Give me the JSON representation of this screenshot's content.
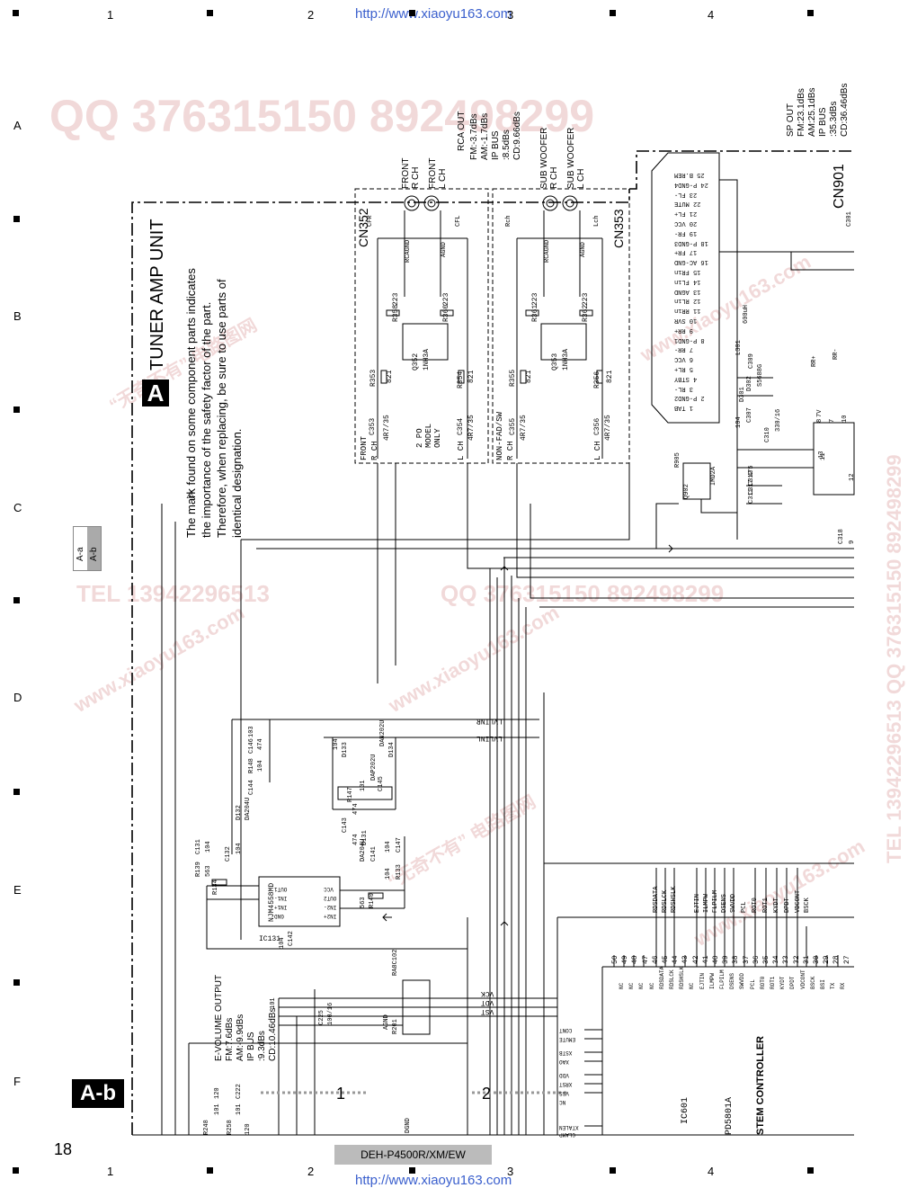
{
  "header": {
    "url_top": "http://www.xiaoyu163.com",
    "url_bottom": "http://www.xiaoyu163.com",
    "col_numbers": [
      "1",
      "2",
      "3",
      "4"
    ],
    "row_letters": [
      "A",
      "B",
      "C",
      "D",
      "E",
      "F"
    ]
  },
  "watermarks": {
    "qq_top": "QQ 376315150   892498299",
    "tel_mid": "TEL 13942296513",
    "qq_mid": "QQ 376315150  892498299",
    "tel_right": "TEL 13942296513  QQ 376315150  892498299",
    "site_cn": "“无奇不有” 电路图网",
    "site_url": "www.xiaoyu163.com"
  },
  "unit": {
    "badge": "A",
    "title": "TUNER AMP UNIT",
    "note_lines": [
      "The      mark found on some component parts indicates",
      "the importance of the safety factor of the part.",
      "Therefore, when replacing, be sure to use parts of",
      "identical designation."
    ]
  },
  "tabs": {
    "a": "A-a",
    "b": "A-b"
  },
  "corner_label": "A-b",
  "page_number": "18",
  "model_label": "DEH-P4500R/XM/EW",
  "offpage": [
    "1",
    "2"
  ],
  "rca_out": {
    "heading": "RCA OUT",
    "levels": [
      "FM:-3.7dBs",
      "AM:-1.7dBs",
      "IP BUS",
      ":8.5dBs",
      "CD:9.66dBs"
    ]
  },
  "sp_out": {
    "heading": "SP OUT",
    "levels": [
      "FM:23.1dBs",
      "AM:25.1dBs",
      "IP BUS",
      ":35.3dBs",
      "CD:36.46dBs"
    ]
  },
  "e_volume": {
    "heading": "E-VOLUME OUTPUT",
    "levels": [
      "FM:7.6dBs",
      "AM:-9.9dBs",
      "IP BUS",
      ":9.3dBs",
      "CD:10.46dBs"
    ]
  },
  "connectors": {
    "cn352": "CN352",
    "cn353": "CN353",
    "cn901": "CN901",
    "front_r": "FRONT R CH",
    "front_l": "FRONT L CH",
    "sub_r": "SUB WOOFER R CH",
    "sub_l": "SUB WOOFER L CH"
  },
  "front_block": {
    "labels": [
      "FRONT",
      "R CH",
      "L CH",
      "2 PO",
      "MODEL",
      "ONLY"
    ],
    "parts": [
      "R353",
      "821",
      "R354",
      "821",
      "C353",
      "4R7/35",
      "C354",
      "4R7/35",
      "R358",
      "223",
      "R360",
      "223",
      "Q352",
      "1NH3A",
      "RCAGND",
      "AGND",
      "CFR",
      "CFL"
    ]
  },
  "sub_block": {
    "labels": [
      "NON-FAD/SW",
      "R CH",
      "L CH"
    ],
    "parts": [
      "R355",
      "821",
      "R356",
      "821",
      "C355",
      "4R7/35",
      "C356",
      "4R7/35",
      "R361",
      "223",
      "R362",
      "223",
      "Q353",
      "1NH3A",
      "RCAGND",
      "AGND",
      "Rch",
      "Lch"
    ]
  },
  "cn901_pins": [
    "25 B.REM",
    "24 P-GND4",
    "23 FL-",
    "22 MUTE",
    "21 FL+",
    "20 VCC",
    "19 FR-",
    "18 P-GND3",
    "17 FR+",
    "16 AC-GND",
    "15 FRin",
    "14 FLin",
    "13 AGND",
    "12 RLin",
    "11 RRin",
    "10 SVR",
    "9 RR+",
    "8 P-GND1",
    "7 RR-",
    "6 VCC",
    "5 RL+",
    "4 STBY",
    "3 RL-",
    "2 P-GND2",
    "1 TAB"
  ],
  "amp_parts": [
    "C301",
    "L301",
    "600uH",
    "D301",
    "D302",
    "S5688G",
    "C309",
    "104",
    "C307",
    "C310",
    "330/16",
    "RR+",
    "RR-",
    "7V",
    "Q902",
    "R905",
    "IMD2A",
    "C312",
    "475",
    "C311",
    "C317",
    "C318",
    "9",
    "8",
    "7",
    "10",
    "11",
    "12",
    "13"
  ],
  "pre_amp": {
    "ic": "IC131",
    "ic_part": "NJM4558MD",
    "pins": [
      "OUT1",
      "IN1-",
      "IN1+",
      "GND",
      "VCC",
      "OUT2",
      "IN2-",
      "IN2+"
    ],
    "parts": [
      "C146",
      "474",
      "R148",
      "104",
      "C144",
      "D132",
      "DA204U",
      "C131",
      "104",
      "C132",
      "104",
      "R139",
      "563",
      "R134",
      "104",
      "D133",
      "DAN202U",
      "D134",
      "DAP202U",
      "C145",
      "101",
      "R147",
      "474",
      "C143",
      "474",
      "D131",
      "DA204U",
      "C141",
      "104",
      "C147",
      "104",
      "R133",
      "563",
      "R140",
      "104",
      "C142",
      "103",
      "101"
    ],
    "signals": [
      "LVLINR",
      "LVLINL"
    ]
  },
  "evol": {
    "parts": [
      "RA8C102",
      "C225",
      "100/16",
      "R201",
      "AGND",
      "DGND",
      "R248",
      "101",
      "R258",
      "101",
      "120",
      "C222",
      "120"
    ],
    "signals": [
      "VCK",
      "VDT",
      "VST"
    ]
  },
  "system_controller": {
    "title": "STEM CONTROLLER",
    "ic": "IC601",
    "part": "PD5801A",
    "left_pins": [
      "CONT",
      "EMUTE",
      "XSTB",
      "XAO",
      "VDD",
      "XRST",
      "VSS",
      "NC",
      "XTALEN",
      "CLAMP"
    ],
    "signals": [
      "RDSDATA",
      "RDSLCK",
      "RDSHSLK",
      "EJTIN",
      "ILMPW",
      "FLPILM",
      "DSENS",
      "SWVDD",
      "PCL",
      "ROT0",
      "ROT1",
      "KYDT",
      "DPDT",
      "VDCONT",
      "BSCK"
    ],
    "pin_numbers": [
      "50",
      "49",
      "48",
      "47",
      "46",
      "45",
      "44",
      "43",
      "42",
      "41",
      "40",
      "39",
      "38",
      "37",
      "36",
      "35",
      "34",
      "33",
      "32",
      "31",
      "30",
      "29",
      "28",
      "27"
    ],
    "pin_names": [
      "NC",
      "NC",
      "NC",
      "NC",
      "RDSDATA",
      "RDSLCK",
      "RDSHSLK",
      "NC",
      "EJTIN",
      "ILMPW",
      "FLPILM",
      "DSENS",
      "SWVDD",
      "PCL",
      "ROT0",
      "ROT1",
      "KYDT",
      "DPDT",
      "VDCONT",
      "BSCK",
      "BSI",
      "TX",
      "RX"
    ]
  }
}
